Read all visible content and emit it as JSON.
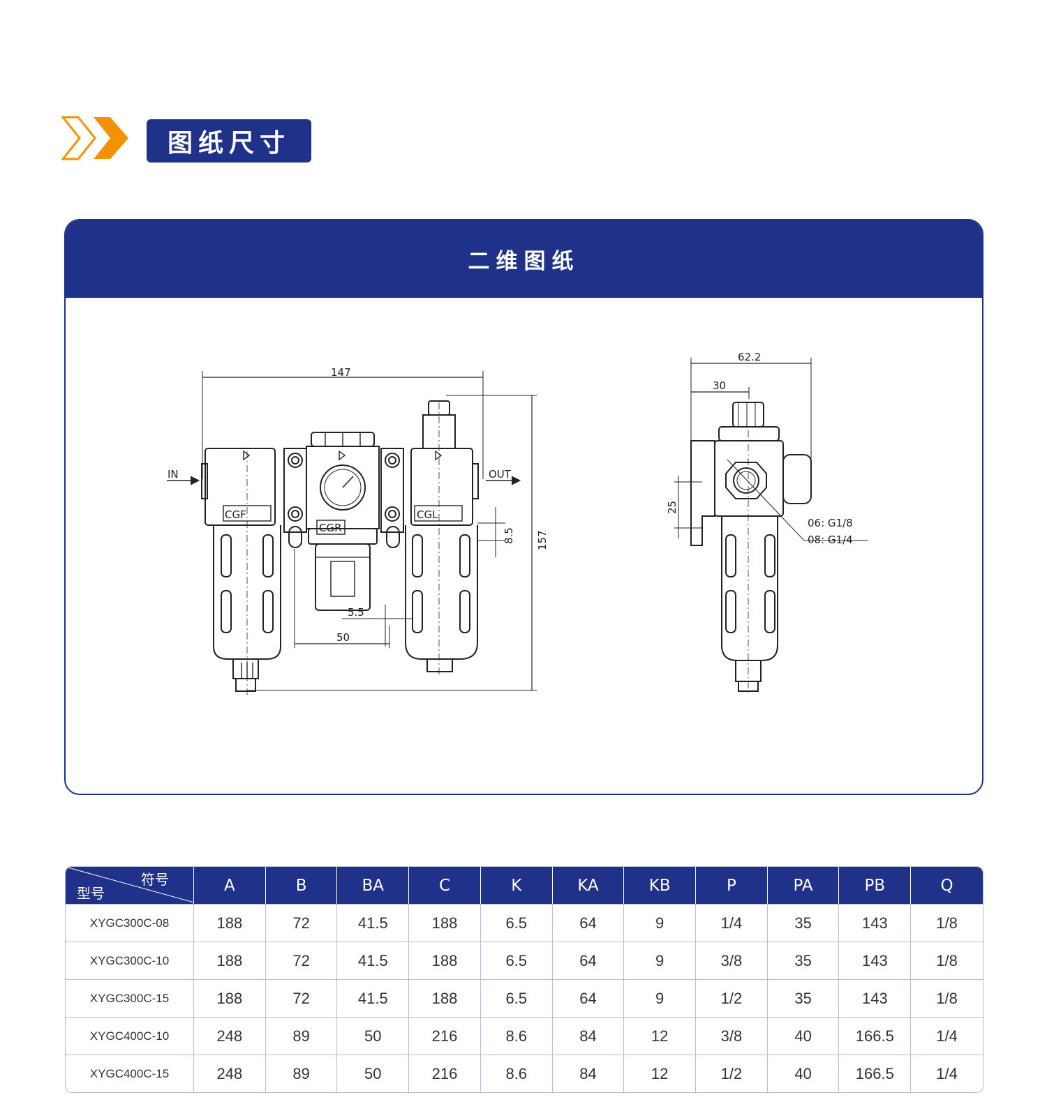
{
  "section": {
    "title": "图纸尺寸"
  },
  "drawing_card": {
    "title": "二维图纸",
    "front_view": {
      "dims": {
        "width": "147",
        "height": "157",
        "gap_50": "50",
        "gap_55": "5.5",
        "offset_85": "8.5"
      },
      "labels": {
        "in": "IN",
        "out": "OUT",
        "cgf": "CGF",
        "cgr": "CGR",
        "cgl": "CGL"
      }
    },
    "side_view": {
      "dims": {
        "width": "62.2",
        "offset": "30",
        "height": "25"
      },
      "ports": [
        "06: G1/8",
        "08: G1/4"
      ]
    }
  },
  "table": {
    "corner_top": "符号",
    "corner_bottom": "型号",
    "columns": [
      "A",
      "B",
      "BA",
      "C",
      "K",
      "KA",
      "KB",
      "P",
      "PA",
      "PB",
      "Q"
    ],
    "rows": [
      {
        "model": "XYGC300C-08",
        "values": [
          "188",
          "72",
          "41.5",
          "188",
          "6.5",
          "64",
          "9",
          "1/4",
          "35",
          "143",
          "1/8"
        ]
      },
      {
        "model": "XYGC300C-10",
        "values": [
          "188",
          "72",
          "41.5",
          "188",
          "6.5",
          "64",
          "9",
          "3/8",
          "35",
          "143",
          "1/8"
        ]
      },
      {
        "model": "XYGC300C-15",
        "values": [
          "188",
          "72",
          "41.5",
          "188",
          "6.5",
          "64",
          "9",
          "1/2",
          "35",
          "143",
          "1/8"
        ]
      },
      {
        "model": "XYGC400C-10",
        "values": [
          "248",
          "89",
          "50",
          "216",
          "8.6",
          "84",
          "12",
          "3/8",
          "40",
          "166.5",
          "1/4"
        ]
      },
      {
        "model": "XYGC400C-15",
        "values": [
          "248",
          "89",
          "50",
          "216",
          "8.6",
          "84",
          "12",
          "1/2",
          "40",
          "166.5",
          "1/4"
        ]
      }
    ]
  },
  "colors": {
    "navy": "#1f3189",
    "orange": "#f39200"
  }
}
